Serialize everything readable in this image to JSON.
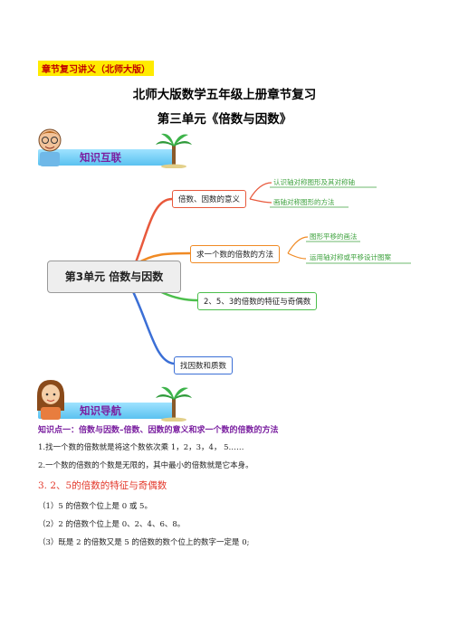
{
  "header": {
    "tag": "章节复习讲义（北师大版）",
    "title_main": "北师大版数学五年级上册章节复习",
    "title_sub": "第三单元《倍数与因数》"
  },
  "banners": {
    "knowledge_network": "知识互联",
    "knowledge_guide": "知识导航"
  },
  "mindmap": {
    "center": "第3单元 倍数与因数",
    "branches": [
      {
        "label": "倍数、因数的意义",
        "color": "#e8593c",
        "leaves": [
          "认识轴对称图形及其对称轴",
          "画轴对称图形的方法"
        ]
      },
      {
        "label": "求一个数的倍数的方法",
        "color": "#f08a24",
        "leaves": [
          "图形平移的画法",
          "运用轴对称或平移设计图案"
        ]
      },
      {
        "label": "2、5、3的倍数的特征与奇偶数",
        "color": "#4cbf4c",
        "leaves": []
      },
      {
        "label": "找因数和质数",
        "color": "#3b6fd6",
        "leaves": []
      }
    ]
  },
  "content": {
    "kp1_title": "知识点一：倍数与因数–倍数、因数的意义和求一个数的倍数的方法",
    "kp1_lines": [
      "1.找一个数的倍数就是将这个数依次乘 1，2，3，4， 5……",
      "2.一个数的倍数的个数是无限的，其中最小的倍数就是它本身。"
    ],
    "section3_title": "3. 2、5的倍数的特征与奇偶数",
    "section3_lines": [
      "（1）5 的倍数个位上是 0 或 5。",
      "（2）2 的倍数个位上是 0、2、4、6、8。",
      "（3）既是 2 的倍数又是 5 的倍数的数个位上的数字一定是 0;"
    ]
  }
}
